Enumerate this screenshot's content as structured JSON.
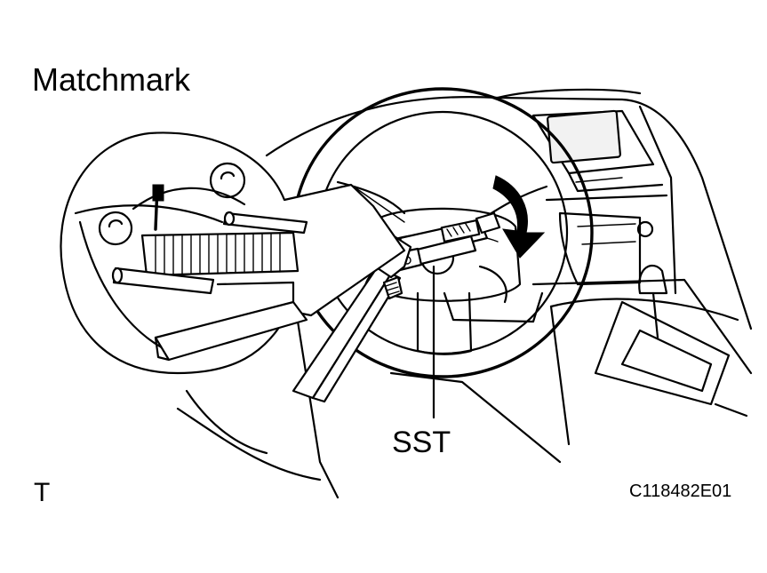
{
  "labels": {
    "matchmark": "Matchmark",
    "sst": "SST",
    "view_code": "T",
    "figure_id": "C118482E01"
  },
  "colors": {
    "line": "#000000",
    "background": "#ffffff"
  },
  "icons": {
    "rotation_arrow": "curved-arrow-clockwise-icon",
    "matchmark_flag": "matchmark-flag-icon"
  }
}
